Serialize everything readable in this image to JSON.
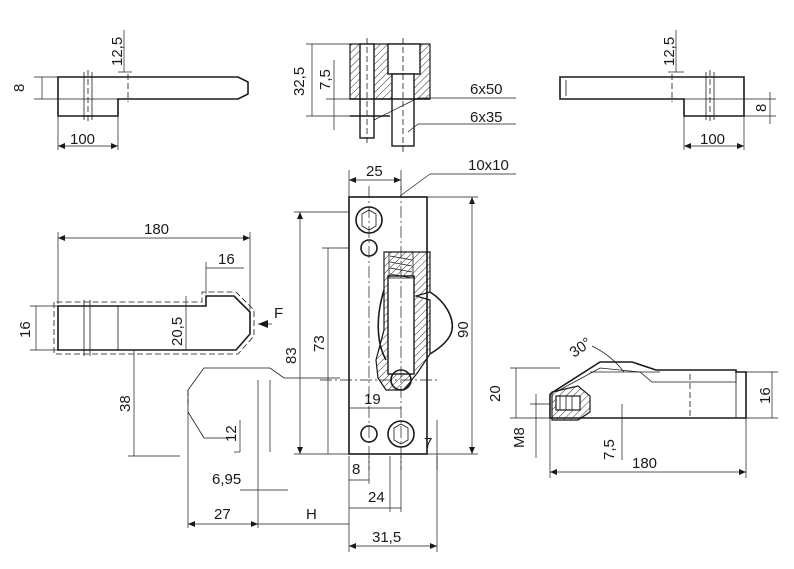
{
  "dimensions": {
    "top_left_height": "12,5",
    "top_left_thickness": "8",
    "top_left_length": "100",
    "top_mid_total": "32,5",
    "top_mid_offset": "7,5",
    "pin_label": "6x50",
    "screw_label": "6x35",
    "top_right_height": "12,5",
    "top_right_thickness": "8",
    "top_right_length": "100",
    "center_width": "25",
    "square_label": "10x10",
    "left_length": "180",
    "left_step": "16",
    "left_height": "16",
    "left_inner": "20,5",
    "force_label": "F",
    "left_offset": "38",
    "center_83": "83",
    "center_73": "73",
    "center_90": "90",
    "center_19": "19",
    "center_12": "12",
    "center_7": "7",
    "center_8": "8",
    "dim_695": "6,95",
    "dim_24": "24",
    "dim_27": "27",
    "dim_H": "H",
    "dim_315": "31,5",
    "right_angle": "30°",
    "right_20": "20",
    "right_M8": "M8",
    "right_75": "7,5",
    "right_16": "16",
    "right_180": "180"
  }
}
